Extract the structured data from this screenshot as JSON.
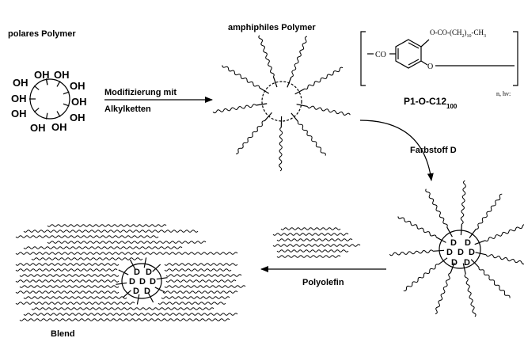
{
  "labels": {
    "polar_polymer": "polares Polymer",
    "amphiphilic_polymer": "amphiphiles Polymer",
    "modification_line1": "Modifizierung mit",
    "modification_line2": "Alkylketten",
    "dye": "Farbstoff D",
    "polyolefin": "Polyolefin",
    "blend": "Blend"
  },
  "oh_group": "OH",
  "dye_symbol": "D",
  "structure": {
    "side_chain": "O-CO-(CH",
    "side_chain_sub": "2",
    "side_chain_paren": ")",
    "side_chain_sub2": "10",
    "side_chain_end": "-CH",
    "side_chain_sub3": "3",
    "carbonyl": "CO",
    "ether_o": "O",
    "name_main": "P1-O-C12",
    "name_sub": "100",
    "bracket_suffix": "n, hv:"
  }
}
